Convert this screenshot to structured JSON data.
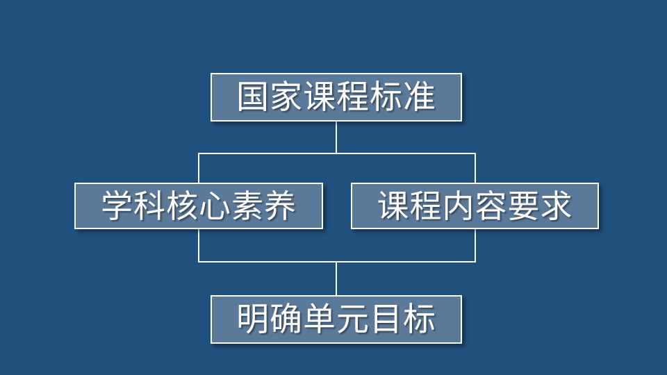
{
  "slide": {
    "background_color": "#20507d",
    "node_fill_color": "#5b7a9a",
    "node_border_color": "#ffffff",
    "text_color": "#ffffff",
    "connector_color": "#ffffff"
  },
  "diagram": {
    "type": "flowchart",
    "nodes": [
      {
        "id": "top",
        "label": "国家课程标准"
      },
      {
        "id": "mid_left",
        "label": "学科核心素养"
      },
      {
        "id": "mid_right",
        "label": "课程内容要求"
      },
      {
        "id": "bottom",
        "label": "明确单元目标"
      }
    ],
    "edges": [
      {
        "from": "top",
        "to": "mid_left"
      },
      {
        "from": "top",
        "to": "mid_right"
      },
      {
        "from": "mid_left",
        "to": "bottom"
      },
      {
        "from": "mid_right",
        "to": "bottom"
      }
    ]
  }
}
